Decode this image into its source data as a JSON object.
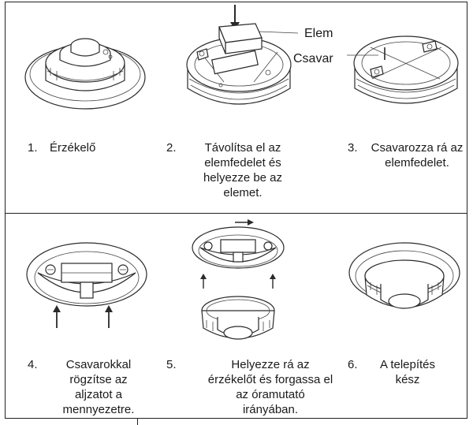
{
  "labels": {
    "battery": "Elem",
    "screw": "Csavar"
  },
  "steps": [
    {
      "num": "1.",
      "text": "Érzékelő"
    },
    {
      "num": "2.",
      "text": "Távolítsa el az elemfedelet és helyezze be az elemet."
    },
    {
      "num": "3.",
      "text": "Csavarozza rá az elemfedelet."
    },
    {
      "num": "4.",
      "text": "Csavarokkal rögzítse az aljzatot a mennyezetre."
    },
    {
      "num": "5.",
      "text": "Helyezze rá az érzékelőt és forgassa el az óramutató irányában."
    },
    {
      "num": "6.",
      "text": "A telepítés kész"
    }
  ]
}
